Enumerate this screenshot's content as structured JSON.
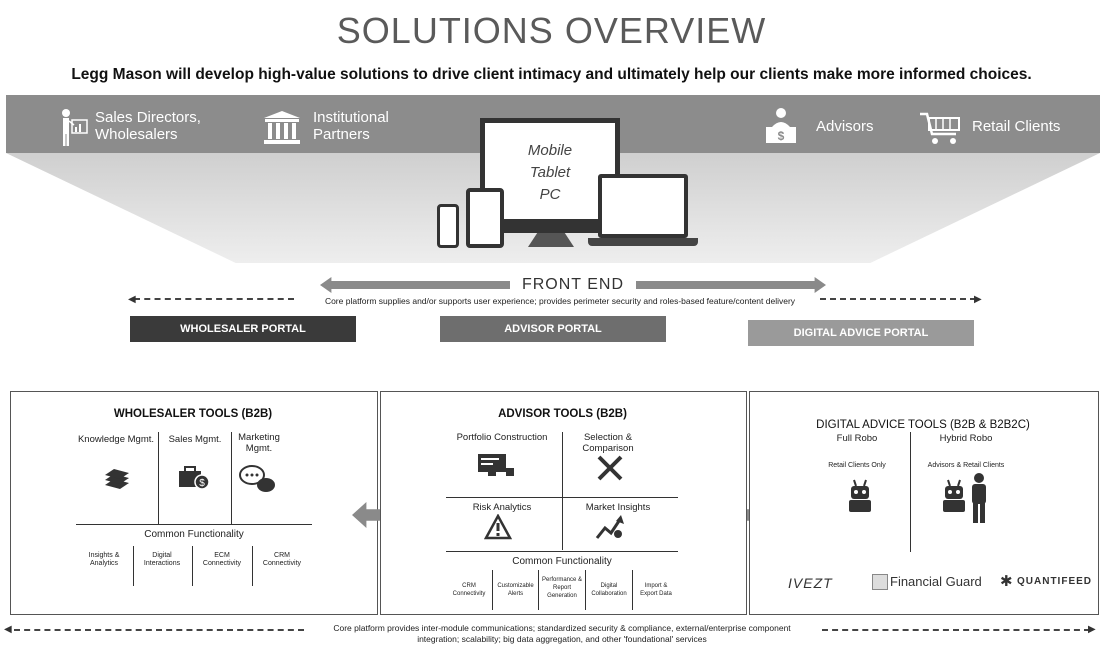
{
  "title": "SOLUTIONS OVERVIEW",
  "subtitle": "Legg Mason will develop high-value solutions to drive client intimacy and ultimately help our clients make more informed choices.",
  "users": [
    {
      "label_l1": "Sales Directors,",
      "label_l2": "Wholesalers",
      "icon": "presenter-icon"
    },
    {
      "label_l1": "Institutional",
      "label_l2": "Partners",
      "icon": "institution-icon"
    },
    {
      "label": "Advisors",
      "icon": "advisor-icon"
    },
    {
      "label": "Retail Clients",
      "icon": "cart-icon"
    }
  ],
  "devices": {
    "line1": "Mobile",
    "line2": "Tablet",
    "line3": "PC"
  },
  "front_end": {
    "label": "FRONT END",
    "description": "Core platform supplies and/or supports user experience; provides perimeter security and roles-based feature/content delivery"
  },
  "portals": {
    "wholesaler": "WHOLESALER PORTAL",
    "advisor": "ADVISOR PORTAL",
    "digital": "DIGITAL ADVICE PORTAL"
  },
  "colors": {
    "wholesaler": "#3a3a3a",
    "advisor": "#6e6e6e",
    "digital": "#9a9a9a",
    "band": "#8c8c8c"
  },
  "wholesaler_tools": {
    "title": "WHOLESALER TOOLS (B2B)",
    "modules": [
      "Knowledge Mgmt.",
      "Sales Mgmt.",
      "Marketing Mgmt."
    ],
    "common_title": "Common Functionality",
    "common": [
      {
        "l1": "Insights &",
        "l2": "Analytics"
      },
      {
        "l1": "Digital",
        "l2": "Interactions"
      },
      {
        "l1": "ECM",
        "l2": "Connectivity"
      },
      {
        "l1": "CRM",
        "l2": "Connectivity"
      }
    ]
  },
  "advisor_tools": {
    "title": "ADVISOR TOOLS (B2B)",
    "modules": [
      "Portfolio Construction",
      "Selection &",
      "Comparison",
      "Risk Analytics",
      "Market Insights"
    ],
    "common_title": "Common Functionality",
    "common": [
      {
        "l1": "CRM",
        "l2": "Connectivity",
        "l3": ""
      },
      {
        "l1": "Customizable",
        "l2": "Alerts",
        "l3": ""
      },
      {
        "l1": "Performance &",
        "l2": "Report",
        "l3": "Generation"
      },
      {
        "l1": "Digital",
        "l2": "Collaboration",
        "l3": ""
      },
      {
        "l1": "Import &",
        "l2": "Export Data",
        "l3": ""
      }
    ]
  },
  "digital_tools": {
    "title": "DIGITAL ADVICE TOOLS (B2B & B2B2C)",
    "full": "Full Robo",
    "full_sub": "Retail Clients Only",
    "hybrid": "Hybrid Robo",
    "hybrid_sub": "Advisors & Retail Clients",
    "logos": [
      "IVEZT",
      "Financial Guard",
      "QUANTIFEED"
    ]
  },
  "bottom": {
    "line1": "Core platform provides inter-module communications; standardized security & compliance, external/enterprise component",
    "line2": "integration; scalability; big data aggregation, and other 'foundational' services"
  }
}
